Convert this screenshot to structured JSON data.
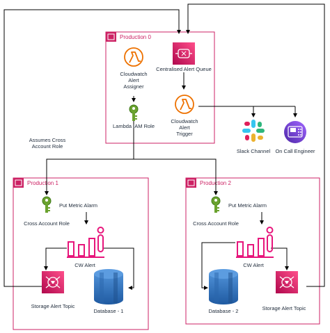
{
  "accounts": {
    "prod0": "Production 0",
    "prod1": "Production 1",
    "prod2": "Production 2"
  },
  "nodes": {
    "assigner": [
      "Cloudwatch",
      "Alert",
      "Assigner"
    ],
    "queue": [
      "Centralised Alert Queue"
    ],
    "lambda_role": [
      "Lambda IAM Role"
    ],
    "trigger": [
      "Cloudwatch",
      "Alert",
      "Trigger"
    ],
    "slack": [
      "Slack Channel"
    ],
    "oncall": [
      "On Call Engineer"
    ],
    "cross_role_1": [
      "Cross Account Role"
    ],
    "cross_role_2": [
      "Cross Account Role"
    ],
    "cw_alert_1": [
      "CW Alert"
    ],
    "cw_alert_2": [
      "CW Alert"
    ],
    "sns_1": [
      "Storage Alert Topic"
    ],
    "sns_2": [
      "Storage Alert Topic"
    ],
    "db_1": [
      "Database - 1"
    ],
    "db_2": [
      "Database - 2"
    ]
  },
  "edge_labels": {
    "assumes": [
      "Assumes Cross",
      "Account Role"
    ],
    "put_metric_1": "Put Metric Alarm",
    "put_metric_2": "Put Metric Alarm"
  },
  "colors": {
    "account_border": "#cc2264",
    "lambda": "#ed7100",
    "queue": "#e7157b",
    "iam_key": "#6aa22e",
    "cw": "#e7157b",
    "sns": "#e7157b",
    "db": "#2e73b8",
    "oncall": "#7b4ec9"
  }
}
